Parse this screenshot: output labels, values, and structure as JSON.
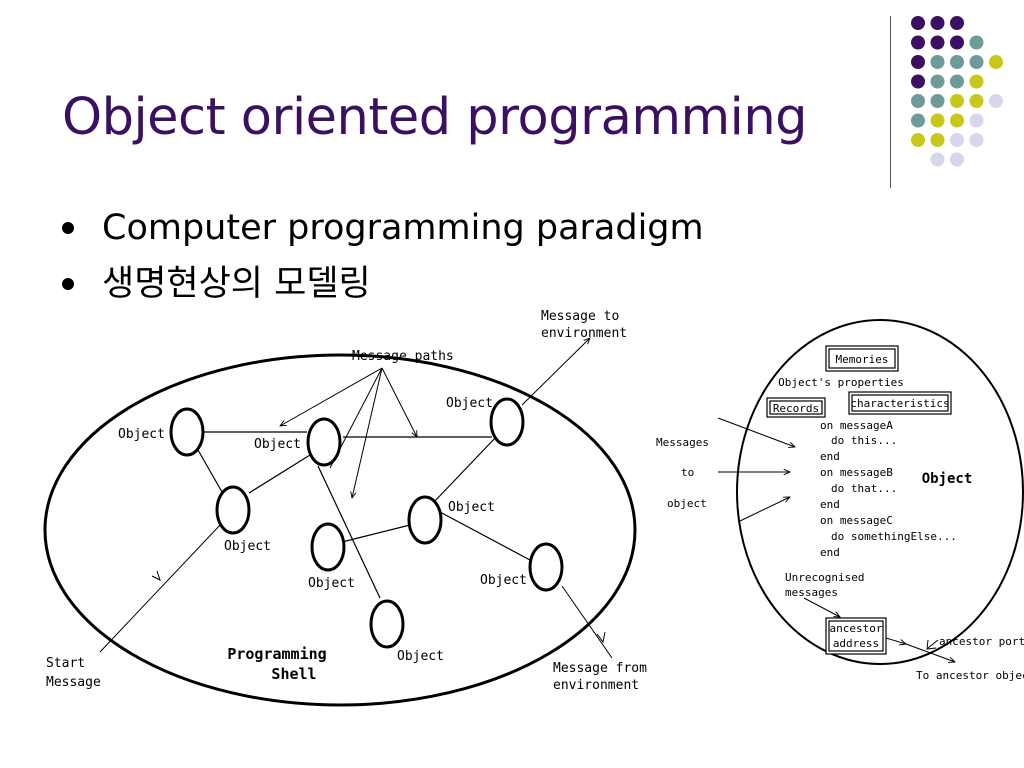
{
  "slide": {
    "title": "Object oriented programming",
    "bullets": [
      "Computer programming paradigm",
      "생명현상의 모델링"
    ]
  },
  "decor": {
    "colors": {
      "purple": "#3b1062",
      "teal": "#6e9a9a",
      "olive": "#c8c81a",
      "lavender": "#d6d6ec"
    },
    "dot_rows": [
      [
        "purple",
        "purple",
        "purple"
      ],
      [
        "purple",
        "purple",
        "purple",
        "teal"
      ],
      [
        "purple",
        "teal",
        "teal",
        "teal",
        "olive"
      ],
      [
        "purple",
        "teal",
        "teal",
        "olive"
      ],
      [
        "teal",
        "teal",
        "olive",
        "olive",
        "lavender"
      ],
      [
        "teal",
        "olive",
        "olive",
        "lavender"
      ],
      [
        "olive",
        "olive",
        "lavender",
        "lavender"
      ],
      [
        "lavender",
        "lavender"
      ]
    ]
  },
  "shell": {
    "message_paths": "Message paths",
    "message_to_env": [
      "Message to",
      "environment"
    ],
    "object_labels": [
      "Object",
      "Object",
      "Object",
      "Object",
      "Object",
      "Object",
      "Object",
      "Object"
    ],
    "programming_shell": [
      "Programming",
      "Shell"
    ],
    "start_message": [
      "Start",
      "Message"
    ],
    "message_from_env": [
      "Message from",
      "environment"
    ]
  },
  "object_detail": {
    "memories": "Memories",
    "properties": "Object's properties",
    "records": "Records",
    "characteristics": "characteristics",
    "messages_label": [
      "Messages",
      "to",
      "object"
    ],
    "code": [
      "on messageA",
      "do this...",
      "end",
      "on messageB",
      "do that...",
      "end",
      "on messageC",
      "do somethingElse...",
      "end"
    ],
    "object_title": "Object",
    "unrecognised": [
      "Unrecognised",
      "messages"
    ],
    "ancestor_address": [
      "ancestor",
      "address"
    ],
    "ancestor_portal": "ancestor portal",
    "to_ancestor": "To ancestor object"
  }
}
